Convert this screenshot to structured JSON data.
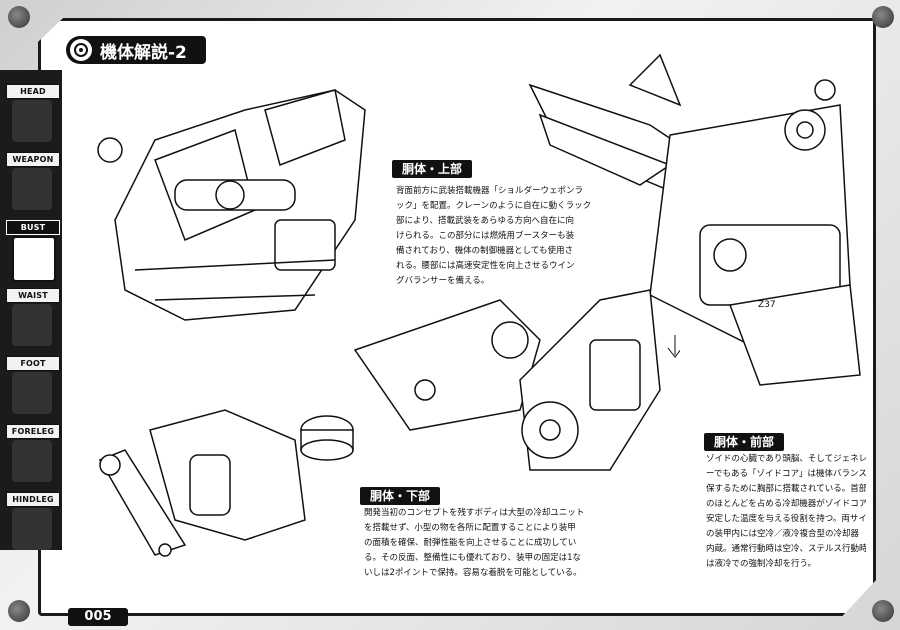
{
  "page": {
    "title": "機体解説-2",
    "page_number": "005"
  },
  "sidebar": {
    "items": [
      {
        "label": "HEAD"
      },
      {
        "label": "WEAPON"
      },
      {
        "label": "BUST"
      },
      {
        "label": "WAIST"
      },
      {
        "label": "FOOT"
      },
      {
        "label": "FORELEG"
      },
      {
        "label": "HINDLEG"
      }
    ],
    "active": "BUST"
  },
  "sections": {
    "upper": {
      "heading": "胴体・上部",
      "lines": [
        "背面前方に武装搭載機器「ショルダーウェポンラ",
        "ック」を配置。クレーンのように自在に動くラック",
        "部により、搭載武装をあらゆる方向へ自在に向",
        "けられる。この部分には燃焼用ブースターも装",
        "備されており、機体の制御機器としても使用さ",
        "れる。腰部には高速安定性を向上させるウイン",
        "グバランサーを備える。"
      ]
    },
    "lower": {
      "heading": "胴体・下部",
      "lines": [
        "開発当初のコンセプトを残すボディは大型の冷却ユニット",
        "を搭載せず、小型の物を各所に配置することにより装甲",
        "の面積を確保、耐弾性能を向上させることに成功してい",
        "る。その反面、整備性にも優れており、装甲の固定は1な",
        "いしは2ポイントで保持。容易な着脱を可能としている。"
      ]
    },
    "front": {
      "heading": "胴体・前部",
      "lines": [
        "ゾイドの心臓であり頭脳、そしてジェネレータ",
        "ーでもある「ゾイドコア」は機体バランスを確",
        "保するために胸部に搭載されている。首部",
        "のほとんどを占める冷却機器がゾイドコア",
        "安定した温度を与える役割を持つ。両サイ",
        "の装甲内には空冷／液冷複合型の冷却器",
        "内蔵。通常行動時は空冷、ステルス行動時",
        "は液冷での強制冷却を行う。"
      ]
    }
  },
  "annotation": "Z37"
}
